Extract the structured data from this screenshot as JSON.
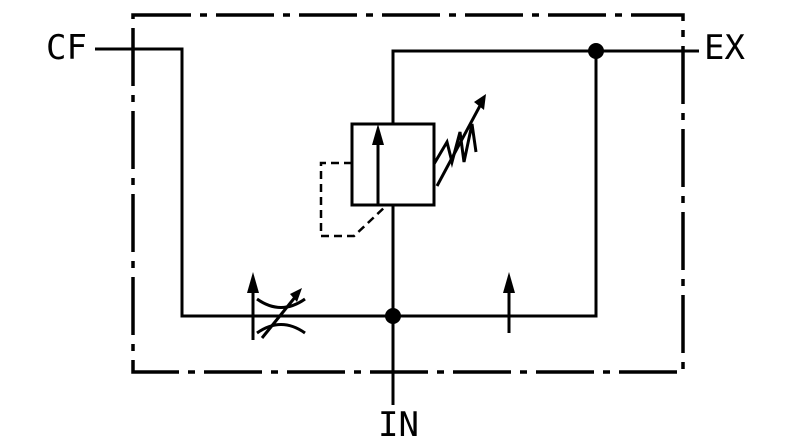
{
  "diagram": {
    "ports": {
      "cf": "CF",
      "ex": "EX",
      "in": "IN"
    },
    "components": [
      "housing-boundary",
      "relief-valve",
      "adjustable-spring",
      "pilot-drain-line",
      "variable-throttle",
      "flow-direction-arrow-left",
      "flow-direction-arrow-right",
      "junction-dot-center",
      "junction-dot-top-right"
    ],
    "colors": {
      "line": "#000000",
      "background": "#ffffff"
    }
  }
}
